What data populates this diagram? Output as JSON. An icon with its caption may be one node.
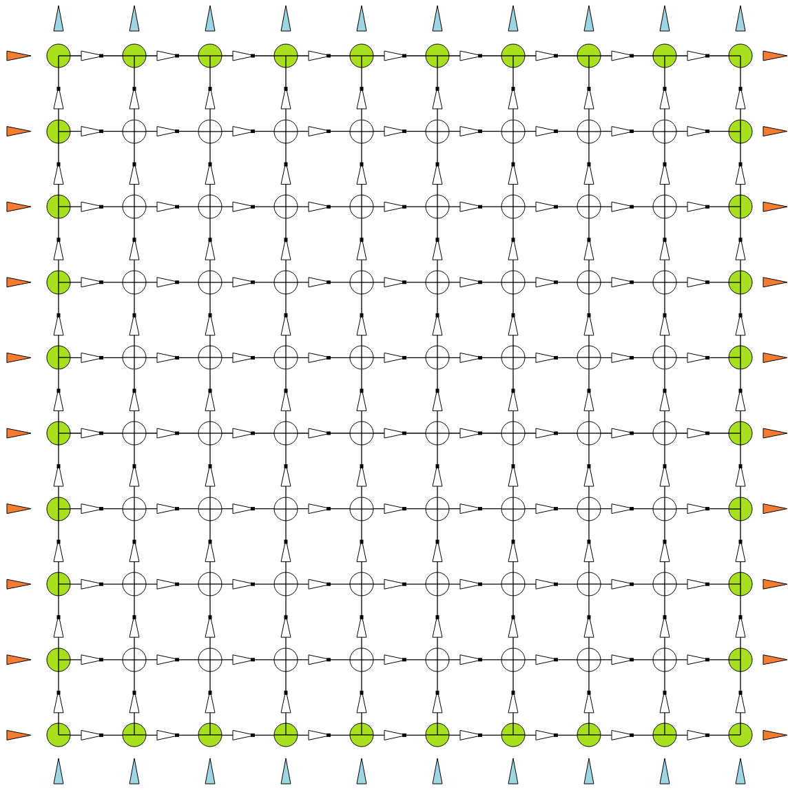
{
  "diagram": {
    "nodes": [
      {
        "text": [],
        "shape": "circle"
      },
      {
        "text": [],
        "shape": "circle"
      },
      {
        "text": [],
        "shape": "circle"
      },
      {
        "text": [],
        "shape": "circle"
      },
      {
        "text": [],
        "shape": "circle"
      },
      {
        "text": [],
        "shape": "circle"
      },
      {
        "text": [],
        "shape": "circle"
      },
      {
        "text": [],
        "shape": "circle"
      },
      {
        "text": [],
        "shape": "circle"
      },
      {
        "text": [],
        "shape": "circle"
      },
      {
        "text": [],
        "shape": "circle"
      },
      {
        "text": [],
        "shape": "circle"
      },
      {
        "text": [],
        "shape": "circle"
      },
      {
        "text": [],
        "shape": "circle"
      },
      {
        "text": [],
        "shape": "circle"
      },
      {
        "text": [],
        "shape": "circle"
      },
      {
        "text": [],
        "shape": "circle"
      },
      {
        "text": [],
        "shape": "circle"
      },
      {
        "text": [],
        "shape": "circle"
      },
      {
        "text": [],
        "shape": "circle"
      },
      {
        "text": [],
        "shape": "circle"
      },
      {
        "text": [],
        "shape": "circle"
      },
      {
        "text": [],
        "shape": "circle"
      },
      {
        "text": [],
        "shape": "circle"
      },
      {
        "text": [],
        "shape": "circle"
      },
      {
        "text": [],
        "shape": "circle"
      },
      {
        "text": [],
        "shape": "circle"
      },
      {
        "text": [],
        "shape": "circle"
      },
      {
        "text": [],
        "shape": "circle"
      },
      {
        "text": [],
        "shape": "circle"
      },
      {
        "text": [],
        "shape": "circle"
      },
      {
        "text": [],
        "shape": "circle"
      },
      {
        "text": [],
        "shape": "circle"
      },
      {
        "text": [],
        "shape": "circle"
      },
      {
        "text": [],
        "shape": "circle"
      },
      {
        "text": [],
        "shape": "circle"
      },
      {
        "text": [],
        "shape": "circle"
      },
      {
        "text": [],
        "shape": "circle"
      },
      {
        "text": [],
        "shape": "circle"
      },
      {
        "text": [],
        "shape": "circle"
      },
      {
        "text": [],
        "shape": "circle"
      },
      {
        "text": [],
        "shape": "circle"
      },
      {
        "text": [],
        "shape": "circle"
      },
      {
        "text": [],
        "shape": "circle"
      },
      {
        "text": [],
        "shape": "circle"
      },
      {
        "text": [],
        "shape": "circle"
      },
      {
        "text": [],
        "shape": "circle"
      },
      {
        "text": [],
        "shape": "circle"
      },
      {
        "text": [],
        "shape": "circle"
      },
      {
        "text": [],
        "shape": "circle"
      },
      {
        "text": [],
        "shape": "circle"
      },
      {
        "text": [],
        "shape": "circle"
      },
      {
        "text": [],
        "shape": "circle"
      },
      {
        "text": [],
        "shape": "circle"
      },
      {
        "text": [],
        "shape": "circle"
      },
      {
        "text": [],
        "shape": "circle"
      },
      {
        "text": [],
        "shape": "circle"
      },
      {
        "text": [],
        "shape": "circle"
      },
      {
        "text": [],
        "shape": "circle"
      },
      {
        "text": [],
        "shape": "circle"
      },
      {
        "text": [],
        "shape": "circle"
      },
      {
        "text": [],
        "shape": "circle"
      },
      {
        "text": [],
        "shape": "circle"
      },
      {
        "text": [],
        "shape": "circle"
      },
      {
        "text": [],
        "shape": "circle"
      },
      {
        "text": [],
        "shape": "circle"
      },
      {
        "text": [],
        "shape": "circle"
      },
      {
        "text": [],
        "shape": "circle"
      },
      {
        "text": [],
        "shape": "circle"
      },
      {
        "text": [],
        "shape": "circle"
      },
      {
        "text": [],
        "shape": "circle"
      },
      {
        "text": [],
        "shape": "circle"
      },
      {
        "text": [],
        "shape": "circle"
      },
      {
        "text": [],
        "shape": "circle"
      },
      {
        "text": [],
        "shape": "circle"
      },
      {
        "text": [],
        "shape": "circle"
      },
      {
        "text": [],
        "shape": "circle"
      },
      {
        "text": [],
        "shape": "circle"
      },
      {
        "text": [],
        "shape": "circle"
      },
      {
        "text": [],
        "shape": "circle"
      },
      {
        "text": [],
        "shape": "circle"
      },
      {
        "text": [],
        "shape": "circle"
      },
      {
        "text": [],
        "shape": "circle"
      },
      {
        "text": [],
        "shape": "circle"
      },
      {
        "text": [],
        "shape": "circle"
      },
      {
        "text": [],
        "shape": "circle"
      },
      {
        "text": [],
        "shape": "circle"
      },
      {
        "text": [],
        "shape": "circle"
      },
      {
        "text": [],
        "shape": "circle"
      },
      {
        "text": [],
        "shape": "circle"
      },
      {
        "text": [],
        "shape": "circle"
      },
      {
        "text": [],
        "shape": "circle"
      },
      {
        "text": [],
        "shape": "circle"
      },
      {
        "text": [],
        "shape": "circle"
      },
      {
        "text": [],
        "shape": "circle"
      },
      {
        "text": [],
        "shape": "circle"
      },
      {
        "text": [],
        "shape": "circle"
      },
      {
        "text": [],
        "shape": "circle"
      },
      {
        "text": [],
        "shape": "circle"
      },
      {
        "text": [],
        "shape": "circle"
      }
    ],
    "edges": [
      {
        "from": 0,
        "to": 1,
        "arrow": "to"
      },
      {
        "from": 1,
        "to": 2,
        "arrow": "to"
      },
      {
        "from": 2,
        "to": 3,
        "arrow": "to"
      },
      {
        "from": 3,
        "to": 4,
        "arrow": "to"
      },
      {
        "from": 4,
        "to": 5,
        "arrow": "to"
      },
      {
        "from": 5,
        "to": 6,
        "arrow": "to"
      },
      {
        "from": 6,
        "to": 7,
        "arrow": "to"
      },
      {
        "from": 7,
        "to": 8,
        "arrow": "to"
      },
      {
        "from": 8,
        "to": 9,
        "arrow": "to"
      },
      {
        "from": 10,
        "to": 11,
        "arrow": "to"
      },
      {
        "from": 11,
        "to": 12,
        "arrow": "to"
      },
      {
        "from": 12,
        "to": 13,
        "arrow": "to"
      },
      {
        "from": 13,
        "to": 14,
        "arrow": "to"
      },
      {
        "from": 14,
        "to": 15,
        "arrow": "to"
      },
      {
        "from": 15,
        "to": 16,
        "arrow": "to"
      },
      {
        "from": 16,
        "to": 17,
        "arrow": "to"
      },
      {
        "from": 17,
        "to": 18,
        "arrow": "to"
      },
      {
        "from": 18,
        "to": 19,
        "arrow": "to"
      },
      {
        "from": 20,
        "to": 21,
        "arrow": "to"
      },
      {
        "from": 21,
        "to": 22,
        "arrow": "to"
      },
      {
        "from": 22,
        "to": 23,
        "arrow": "to"
      },
      {
        "from": 23,
        "to": 24,
        "arrow": "to"
      },
      {
        "from": 24,
        "to": 25,
        "arrow": "to"
      },
      {
        "from": 25,
        "to": 26,
        "arrow": "to"
      },
      {
        "from": 26,
        "to": 27,
        "arrow": "to"
      },
      {
        "from": 27,
        "to": 28,
        "arrow": "to"
      },
      {
        "from": 28,
        "to": 29,
        "arrow": "to"
      },
      {
        "from": 30,
        "to": 31,
        "arrow": "to"
      },
      {
        "from": 31,
        "to": 32,
        "arrow": "to"
      },
      {
        "from": 32,
        "to": 33,
        "arrow": "to"
      },
      {
        "from": 33,
        "to": 34,
        "arrow": "to"
      },
      {
        "from": 34,
        "to": 35,
        "arrow": "to"
      },
      {
        "from": 35,
        "to": 36,
        "arrow": "to"
      },
      {
        "from": 36,
        "to": 37,
        "arrow": "to"
      },
      {
        "from": 37,
        "to": 38,
        "arrow": "to"
      },
      {
        "from": 38,
        "to": 39,
        "arrow": "to"
      },
      {
        "from": 40,
        "to": 41,
        "arrow": "to"
      },
      {
        "from": 41,
        "to": 42,
        "arrow": "to"
      },
      {
        "from": 42,
        "to": 43,
        "arrow": "to"
      },
      {
        "from": 43,
        "to": 44,
        "arrow": "to"
      },
      {
        "from": 44,
        "to": 45,
        "arrow": "to"
      },
      {
        "from": 45,
        "to": 46,
        "arrow": "to"
      },
      {
        "from": 46,
        "to": 47,
        "arrow": "to"
      },
      {
        "from": 47,
        "to": 48,
        "arrow": "to"
      },
      {
        "from": 48,
        "to": 49,
        "arrow": "to"
      },
      {
        "from": 50,
        "to": 51,
        "arrow": "to"
      },
      {
        "from": 51,
        "to": 52,
        "arrow": "to"
      },
      {
        "from": 52,
        "to": 53,
        "arrow": "to"
      },
      {
        "from": 53,
        "to": 54,
        "arrow": "to"
      },
      {
        "from": 54,
        "to": 55,
        "arrow": "to"
      },
      {
        "from": 55,
        "to": 56,
        "arrow": "to"
      },
      {
        "from": 56,
        "to": 57,
        "arrow": "to"
      },
      {
        "from": 57,
        "to": 58,
        "arrow": "to"
      },
      {
        "from": 58,
        "to": 59,
        "arrow": "to"
      },
      {
        "from": 60,
        "to": 61,
        "arrow": "to"
      },
      {
        "from": 61,
        "to": 62,
        "arrow": "to"
      },
      {
        "from": 62,
        "to": 63,
        "arrow": "to"
      },
      {
        "from": 63,
        "to": 64,
        "arrow": "to"
      },
      {
        "from": 64,
        "to": 65,
        "arrow": "to"
      },
      {
        "from": 65,
        "to": 66,
        "arrow": "to"
      },
      {
        "from": 66,
        "to": 67,
        "arrow": "to"
      },
      {
        "from": 67,
        "to": 68,
        "arrow": "to"
      },
      {
        "from": 68,
        "to": 69,
        "arrow": "to"
      },
      {
        "from": 70,
        "to": 71,
        "arrow": "to"
      },
      {
        "from": 71,
        "to": 72,
        "arrow": "to"
      },
      {
        "from": 72,
        "to": 73,
        "arrow": "to"
      },
      {
        "from": 73,
        "to": 74,
        "arrow": "to"
      },
      {
        "from": 74,
        "to": 75,
        "arrow": "to"
      },
      {
        "from": 75,
        "to": 76,
        "arrow": "to"
      },
      {
        "from": 76,
        "to": 77,
        "arrow": "to"
      },
      {
        "from": 77,
        "to": 78,
        "arrow": "to"
      },
      {
        "from": 78,
        "to": 79,
        "arrow": "to"
      },
      {
        "from": 80,
        "to": 81,
        "arrow": "to"
      },
      {
        "from": 81,
        "to": 82,
        "arrow": "to"
      },
      {
        "from": 82,
        "to": 83,
        "arrow": "to"
      },
      {
        "from": 83,
        "to": 84,
        "arrow": "to"
      },
      {
        "from": 84,
        "to": 85,
        "arrow": "to"
      },
      {
        "from": 85,
        "to": 86,
        "arrow": "to"
      },
      {
        "from": 86,
        "to": 87,
        "arrow": "to"
      },
      {
        "from": 87,
        "to": 88,
        "arrow": "to"
      },
      {
        "from": 88,
        "to": 89,
        "arrow": "to"
      },
      {
        "from": 90,
        "to": 91,
        "arrow": "to"
      },
      {
        "from": 91,
        "to": 92,
        "arrow": "to"
      },
      {
        "from": 92,
        "to": 93,
        "arrow": "to"
      },
      {
        "from": 93,
        "to": 94,
        "arrow": "to"
      },
      {
        "from": 94,
        "to": 95,
        "arrow": "to"
      },
      {
        "from": 95,
        "to": 96,
        "arrow": "to"
      },
      {
        "from": 96,
        "to": 97,
        "arrow": "to"
      },
      {
        "from": 97,
        "to": 98,
        "arrow": "to"
      },
      {
        "from": 98,
        "to": 99,
        "arrow": "to"
      },
      {
        "from": 10,
        "to": 0,
        "arrow": "to"
      },
      {
        "from": 11,
        "to": 1,
        "arrow": "to"
      },
      {
        "from": 12,
        "to": 2,
        "arrow": "to"
      },
      {
        "from": 13,
        "to": 3,
        "arrow": "to"
      },
      {
        "from": 14,
        "to": 4,
        "arrow": "to"
      },
      {
        "from": 15,
        "to": 5,
        "arrow": "to"
      },
      {
        "from": 16,
        "to": 6,
        "arrow": "to"
      },
      {
        "from": 17,
        "to": 7,
        "arrow": "to"
      },
      {
        "from": 18,
        "to": 8,
        "arrow": "to"
      },
      {
        "from": 19,
        "to": 9,
        "arrow": "to"
      },
      {
        "from": 20,
        "to": 10,
        "arrow": "to"
      },
      {
        "from": 21,
        "to": 11,
        "arrow": "to"
      },
      {
        "from": 22,
        "to": 12,
        "arrow": "to"
      },
      {
        "from": 23,
        "to": 13,
        "arrow": "to"
      },
      {
        "from": 24,
        "to": 14,
        "arrow": "to"
      },
      {
        "from": 25,
        "to": 15,
        "arrow": "to"
      },
      {
        "from": 26,
        "to": 16,
        "arrow": "to"
      },
      {
        "from": 27,
        "to": 17,
        "arrow": "to"
      },
      {
        "from": 28,
        "to": 18,
        "arrow": "to"
      },
      {
        "from": 29,
        "to": 19,
        "arrow": "to"
      },
      {
        "from": 30,
        "to": 20,
        "arrow": "to"
      },
      {
        "from": 31,
        "to": 21,
        "arrow": "to"
      },
      {
        "from": 32,
        "to": 22,
        "arrow": "to"
      },
      {
        "from": 33,
        "to": 23,
        "arrow": "to"
      },
      {
        "from": 34,
        "to": 24,
        "arrow": "to"
      },
      {
        "from": 35,
        "to": 25,
        "arrow": "to"
      },
      {
        "from": 36,
        "to": 26,
        "arrow": "to"
      },
      {
        "from": 37,
        "to": 27,
        "arrow": "to"
      },
      {
        "from": 38,
        "to": 28,
        "arrow": "to"
      },
      {
        "from": 39,
        "to": 29,
        "arrow": "to"
      },
      {
        "from": 40,
        "to": 30,
        "arrow": "to"
      },
      {
        "from": 41,
        "to": 31,
        "arrow": "to"
      },
      {
        "from": 42,
        "to": 32,
        "arrow": "to"
      },
      {
        "from": 43,
        "to": 33,
        "arrow": "to"
      },
      {
        "from": 44,
        "to": 34,
        "arrow": "to"
      },
      {
        "from": 45,
        "to": 35,
        "arrow": "to"
      },
      {
        "from": 46,
        "to": 36,
        "arrow": "to"
      },
      {
        "from": 47,
        "to": 37,
        "arrow": "to"
      },
      {
        "from": 48,
        "to": 38,
        "arrow": "to"
      },
      {
        "from": 49,
        "to": 39,
        "arrow": "to"
      },
      {
        "from": 50,
        "to": 40,
        "arrow": "to"
      },
      {
        "from": 51,
        "to": 41,
        "arrow": "to"
      },
      {
        "from": 52,
        "to": 42,
        "arrow": "to"
      },
      {
        "from": 53,
        "to": 43,
        "arrow": "to"
      },
      {
        "from": 54,
        "to": 44,
        "arrow": "to"
      },
      {
        "from": 55,
        "to": 45,
        "arrow": "to"
      },
      {
        "from": 56,
        "to": 46,
        "arrow": "to"
      },
      {
        "from": 57,
        "to": 47,
        "arrow": "to"
      },
      {
        "from": 58,
        "to": 48,
        "arrow": "to"
      },
      {
        "from": 59,
        "to": 49,
        "arrow": "to"
      },
      {
        "from": 60,
        "to": 50,
        "arrow": "to"
      },
      {
        "from": 61,
        "to": 51,
        "arrow": "to"
      },
      {
        "from": 62,
        "to": 52,
        "arrow": "to"
      },
      {
        "from": 63,
        "to": 53,
        "arrow": "to"
      },
      {
        "from": 64,
        "to": 54,
        "arrow": "to"
      },
      {
        "from": 65,
        "to": 55,
        "arrow": "to"
      },
      {
        "from": 66,
        "to": 56,
        "arrow": "to"
      },
      {
        "from": 67,
        "to": 57,
        "arrow": "to"
      },
      {
        "from": 68,
        "to": 58,
        "arrow": "to"
      },
      {
        "from": 69,
        "to": 59,
        "arrow": "to"
      },
      {
        "from": 70,
        "to": 60,
        "arrow": "to"
      },
      {
        "from": 71,
        "to": 61,
        "arrow": "to"
      },
      {
        "from": 72,
        "to": 62,
        "arrow": "to"
      },
      {
        "from": 73,
        "to": 63,
        "arrow": "to"
      },
      {
        "from": 74,
        "to": 64,
        "arrow": "to"
      },
      {
        "from": 75,
        "to": 65,
        "arrow": "to"
      },
      {
        "from": 76,
        "to": 66,
        "arrow": "to"
      },
      {
        "from": 77,
        "to": 67,
        "arrow": "to"
      },
      {
        "from": 78,
        "to": 68,
        "arrow": "to"
      },
      {
        "from": 79,
        "to": 69,
        "arrow": "to"
      },
      {
        "from": 80,
        "to": 70,
        "arrow": "to"
      },
      {
        "from": 81,
        "to": 71,
        "arrow": "to"
      },
      {
        "from": 82,
        "to": 72,
        "arrow": "to"
      },
      {
        "from": 83,
        "to": 73,
        "arrow": "to"
      },
      {
        "from": 84,
        "to": 74,
        "arrow": "to"
      },
      {
        "from": 85,
        "to": 75,
        "arrow": "to"
      },
      {
        "from": 86,
        "to": 76,
        "arrow": "to"
      },
      {
        "from": 87,
        "to": 77,
        "arrow": "to"
      },
      {
        "from": 88,
        "to": 78,
        "arrow": "to"
      },
      {
        "from": 89,
        "to": 79,
        "arrow": "to"
      },
      {
        "from": 90,
        "to": 80,
        "arrow": "to"
      },
      {
        "from": 91,
        "to": 81,
        "arrow": "to"
      },
      {
        "from": 92,
        "to": 82,
        "arrow": "to"
      },
      {
        "from": 93,
        "to": 83,
        "arrow": "to"
      },
      {
        "from": 94,
        "to": 84,
        "arrow": "to"
      },
      {
        "from": 95,
        "to": 85,
        "arrow": "to"
      },
      {
        "from": 96,
        "to": 86,
        "arrow": "to"
      },
      {
        "from": 97,
        "to": 87,
        "arrow": "to"
      },
      {
        "from": 98,
        "to": 88,
        "arrow": "to"
      },
      {
        "from": 99,
        "to": 89,
        "arrow": "to"
      }
    ]
  }
}
